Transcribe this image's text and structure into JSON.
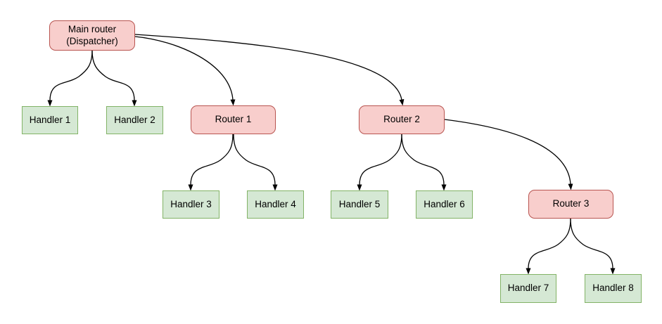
{
  "diagram": {
    "colors": {
      "background": "#ffffff",
      "router_fill": "#f8cecc",
      "router_border": "#b85450",
      "handler_fill": "#d5e8d4",
      "handler_border": "#82b366",
      "edge": "#000000"
    },
    "nodes": {
      "main_router": {
        "line1": "Main router",
        "line2": "(Dispatcher)",
        "type": "router"
      },
      "handler1": {
        "label": "Handler 1",
        "type": "handler"
      },
      "handler2": {
        "label": "Handler 2",
        "type": "handler"
      },
      "router1": {
        "label": "Router 1",
        "type": "router"
      },
      "router2": {
        "label": "Router 2",
        "type": "router"
      },
      "handler3": {
        "label": "Handler 3",
        "type": "handler"
      },
      "handler4": {
        "label": "Handler 4",
        "type": "handler"
      },
      "handler5": {
        "label": "Handler 5",
        "type": "handler"
      },
      "handler6": {
        "label": "Handler 6",
        "type": "handler"
      },
      "router3": {
        "label": "Router 3",
        "type": "router"
      },
      "handler7": {
        "label": "Handler 7",
        "type": "handler"
      },
      "handler8": {
        "label": "Handler 8",
        "type": "handler"
      }
    },
    "edges": [
      {
        "from": "Main router (Dispatcher)",
        "to": "Handler 1"
      },
      {
        "from": "Main router (Dispatcher)",
        "to": "Handler 2"
      },
      {
        "from": "Main router (Dispatcher)",
        "to": "Router 1"
      },
      {
        "from": "Main router (Dispatcher)",
        "to": "Router 2"
      },
      {
        "from": "Router 1",
        "to": "Handler 3"
      },
      {
        "from": "Router 1",
        "to": "Handler 4"
      },
      {
        "from": "Router 2",
        "to": "Handler 5"
      },
      {
        "from": "Router 2",
        "to": "Handler 6"
      },
      {
        "from": "Router 2",
        "to": "Router 3"
      },
      {
        "from": "Router 3",
        "to": "Handler 7"
      },
      {
        "from": "Router 3",
        "to": "Handler 8"
      }
    ]
  }
}
